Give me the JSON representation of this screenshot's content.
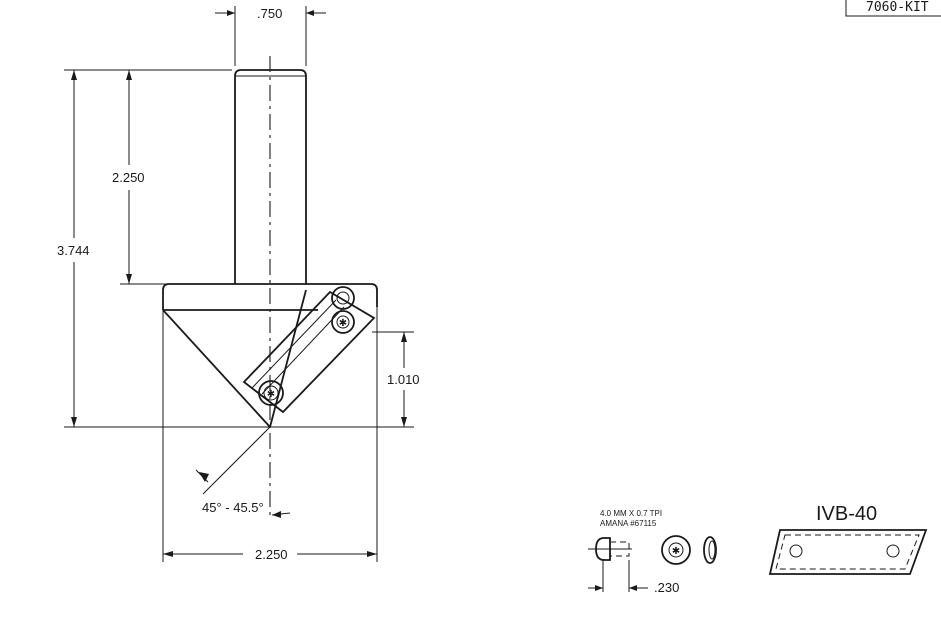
{
  "part_number": "7060-KIT",
  "dimensions": {
    "shank_diameter": ".750",
    "shank_length": "2.250",
    "overall_length": "3.744",
    "cutting_height": "1.010",
    "angle": "45° - 45.5°",
    "cutting_diameter": "2.250"
  },
  "screw": {
    "spec": "4.0 MM X 0.7 TPI",
    "part": "AMANA #67115",
    "length": ".230"
  },
  "insert": {
    "name": "IVB-40"
  }
}
